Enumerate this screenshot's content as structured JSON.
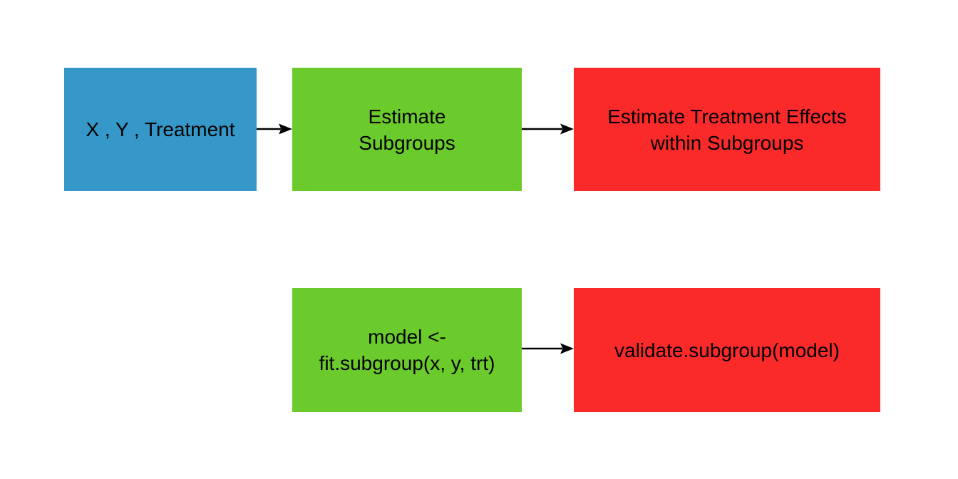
{
  "diagram": {
    "background_color": "#ffffff",
    "arrow_color": "#000000",
    "text_color": "#000000",
    "nodes": {
      "input_data": {
        "lines": [
          "X , Y , Treatment"
        ],
        "fill": "#3598c9"
      },
      "estimate_subgroups": {
        "lines": [
          "Estimate",
          "Subgroups"
        ],
        "fill": "#6ccb2c"
      },
      "estimate_treatment_effects": {
        "lines": [
          "Estimate Treatment Effects",
          "within Subgroups"
        ],
        "fill": "#fb2a2a"
      },
      "fit_model": {
        "lines": [
          "model <-",
          "fit.subgroup(x, y, trt)"
        ],
        "fill": "#6ccb2c"
      },
      "validate_model": {
        "lines": [
          "validate.subgroup(model)"
        ],
        "fill": "#fb2a2a"
      }
    },
    "edges": [
      {
        "from": "input_data",
        "to": "estimate_subgroups"
      },
      {
        "from": "estimate_subgroups",
        "to": "estimate_treatment_effects"
      },
      {
        "from": "fit_model",
        "to": "validate_model"
      }
    ]
  }
}
